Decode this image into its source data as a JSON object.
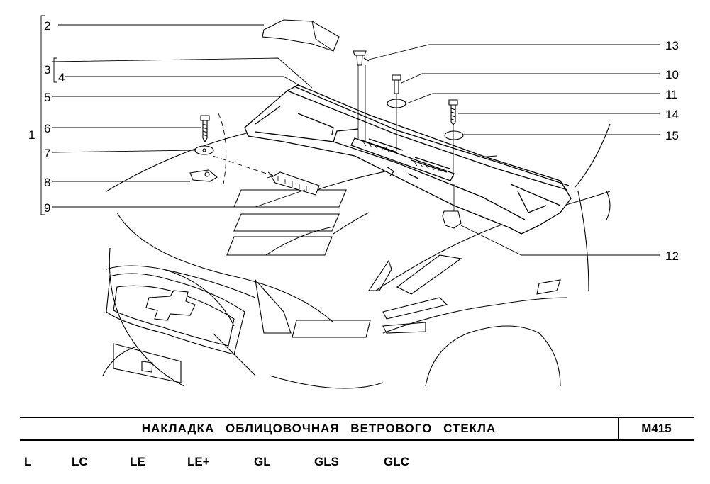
{
  "callouts": [
    "1",
    "2",
    "3",
    "4",
    "5",
    "6",
    "7",
    "8",
    "9",
    "10",
    "11",
    "12",
    "13",
    "14",
    "15"
  ],
  "title": "НАКЛАДКА  ОБЛИЦОВОЧНАЯ  ВЕТРОВОГО  СТЕКЛА",
  "code": "M415",
  "variants": [
    "L",
    "LC",
    "LE",
    "LE+",
    "GL",
    "GLS",
    "GLC"
  ]
}
